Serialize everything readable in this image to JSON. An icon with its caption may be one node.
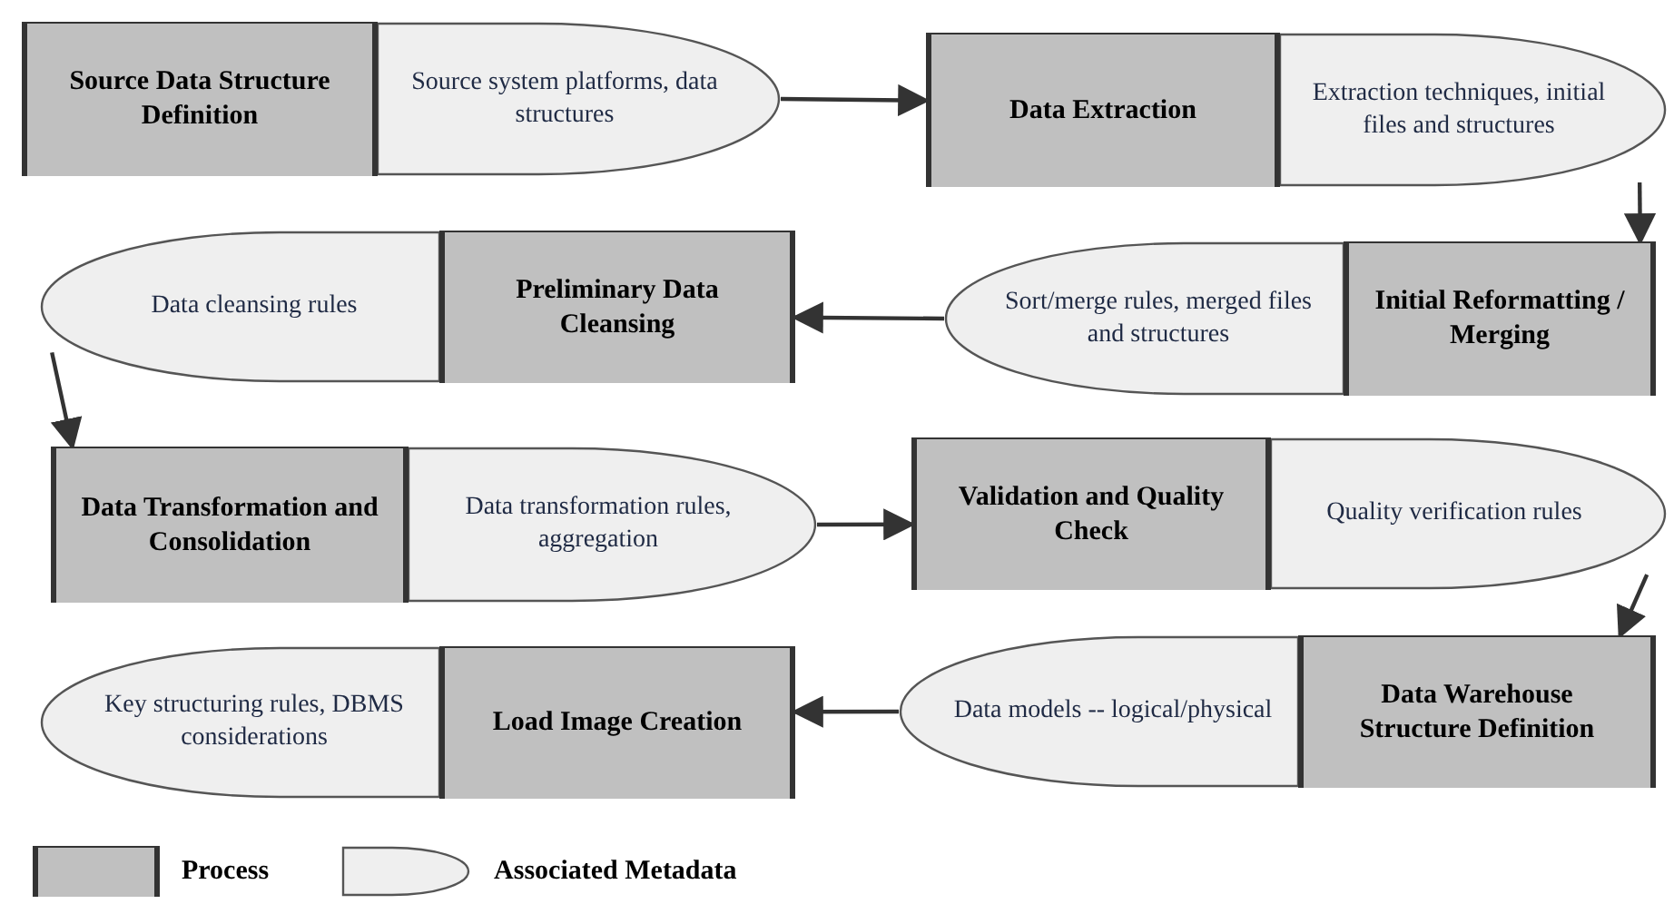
{
  "diagram": {
    "nodes": [
      {
        "text": [
          "Source Data Structure Definition"
        ]
      },
      {
        "text": [
          "Source system platforms, data structures"
        ]
      },
      {
        "text": [
          "Data Extraction"
        ]
      },
      {
        "text": [
          "Extraction techniques, initial files and structures"
        ]
      },
      {
        "text": [
          "Data cleansing rules"
        ]
      },
      {
        "text": [
          "Preliminary Data Cleansing"
        ]
      },
      {
        "text": [
          "Sort/merge rules, merged files and structures"
        ]
      },
      {
        "text": [
          "Initial Reformatting / Merging"
        ]
      },
      {
        "text": [
          "Data Transformation and Consolidation"
        ]
      },
      {
        "text": [
          "Data transformation rules, aggregation"
        ]
      },
      {
        "text": [
          "Validation and Quality Check"
        ]
      },
      {
        "text": [
          "Quality verification rules"
        ]
      },
      {
        "text": [
          "Key structuring rules, DBMS considerations"
        ]
      },
      {
        "text": [
          "Load Image Creation"
        ]
      },
      {
        "text": [
          "Data models -- logical/physical"
        ]
      },
      {
        "text": [
          "Data Warehouse Structure Definition"
        ]
      }
    ],
    "edges": [
      {
        "from": 1,
        "to": 2,
        "arrow": "to"
      },
      {
        "from": 3,
        "to": 7,
        "arrow": "to"
      },
      {
        "from": 6,
        "to": 5,
        "arrow": "to"
      },
      {
        "from": 4,
        "to": 8,
        "arrow": "to"
      },
      {
        "from": 9,
        "to": 10,
        "arrow": "to"
      },
      {
        "from": 11,
        "to": 15,
        "arrow": "to"
      },
      {
        "from": 14,
        "to": 13,
        "arrow": "to"
      }
    ],
    "legend": [
      {
        "text": "Process",
        "color": "#c0c0c0"
      },
      {
        "text": "Associated Metadata"
      }
    ]
  }
}
